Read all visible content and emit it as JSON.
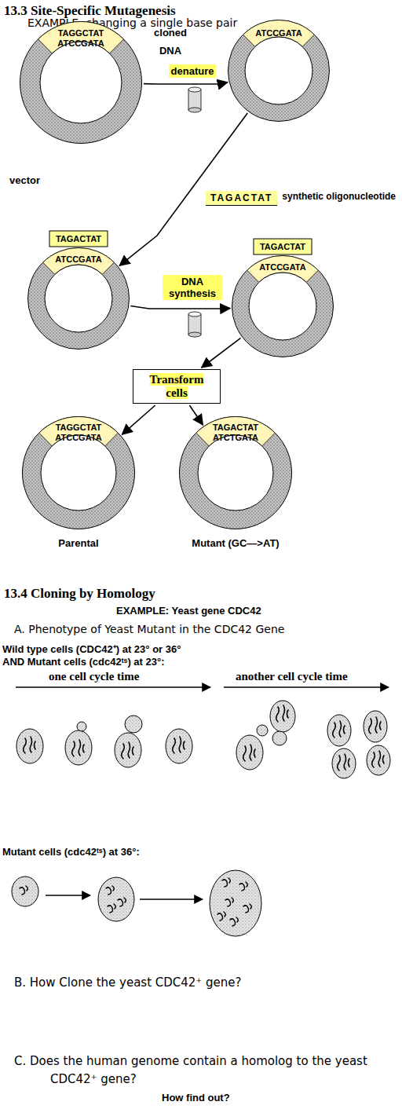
{
  "diagram": {
    "title": "13.3 Site-Specific Mutagenesis",
    "nodes": [
      {
        "text": [
          "TAGGCTAT",
          "ATCCGATA"
        ]
      },
      {
        "text": [
          "denature"
        ]
      },
      {
        "text": [
          "ATCCGATA"
        ]
      },
      {
        "text": [
          "TAGACTAT",
          "synthetic oligonucleotide"
        ]
      },
      {
        "text": [
          "TAGACTAT",
          "ATCCGATA"
        ]
      },
      {
        "text": [
          "DNA synthesis"
        ]
      },
      {
        "text": [
          "TAGACTAT",
          "ATCCGATA"
        ]
      },
      {
        "text": [
          "Transform cells"
        ]
      },
      {
        "text": [
          "TAGGCTAT",
          "ATCCGATA",
          "Parental"
        ]
      },
      {
        "text": [
          "TAGACTAT",
          "ATCTGATA",
          "Mutant (GC—>AT)"
        ]
      }
    ],
    "edges": [
      {
        "from": 0,
        "to": 2,
        "arrow": "to"
      },
      {
        "from": 2,
        "to": 4,
        "arrow": "to"
      },
      {
        "from": 4,
        "to": 6,
        "arrow": "to"
      },
      {
        "from": 6,
        "to": 7,
        "arrow": "to"
      },
      {
        "from": 7,
        "to": 8,
        "arrow": "to"
      },
      {
        "from": 7,
        "to": 9,
        "arrow": "to"
      }
    ],
    "labels": [
      "EXAMPLE: changing a single base pair",
      "cloned DNA",
      "vector",
      "13.4 Cloning by Homology",
      "EXAMPLE: Yeast gene CDC42",
      "A. Phenotype of Yeast Mutant in the CDC42 Gene",
      "Wild type cells (CDC42⁺) at 23° or 36°",
      "AND Mutant cells (cdc42ᵗˢ) at 23°:",
      "one cell cycle time",
      "another cell cycle time",
      "Mutant cells (cdc42ᵗˢ) at 36°:",
      "B. How Clone the yeast CDC42⁺ gene?",
      "C. Does the human genome contain a homolog to the yeast CDC42⁺ gene?",
      "How find out?"
    ]
  }
}
